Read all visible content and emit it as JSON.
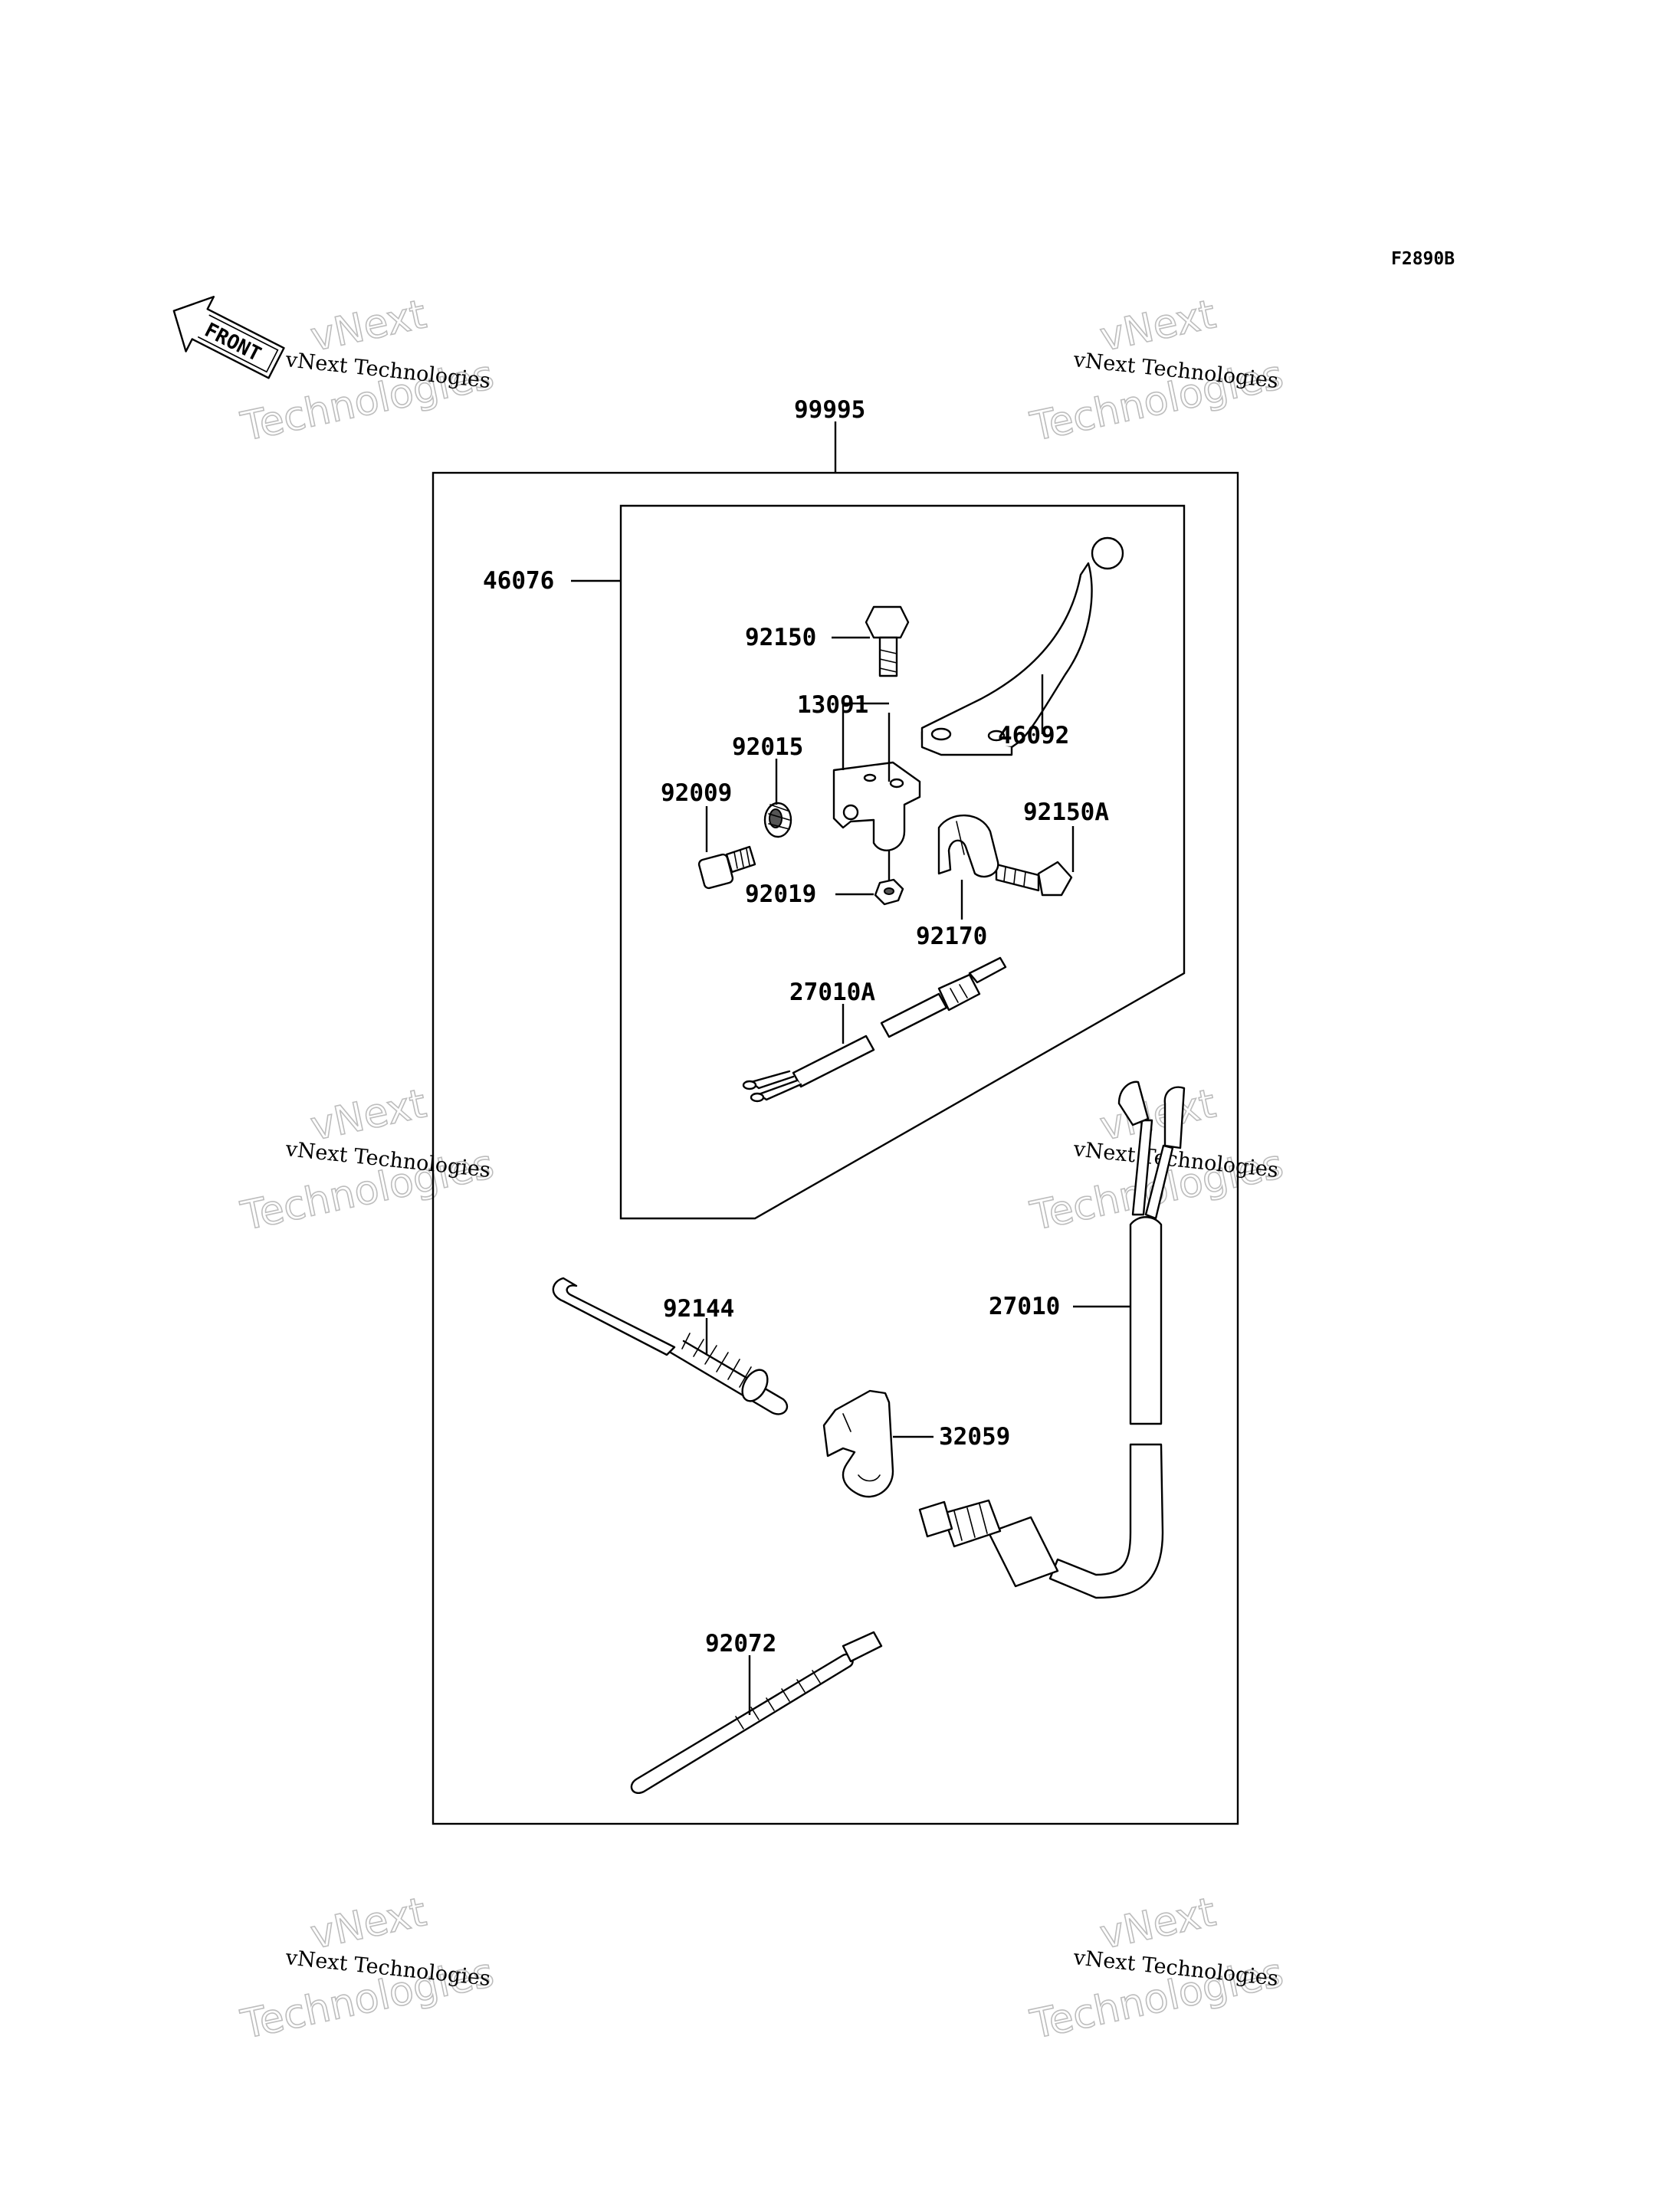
{
  "diagram": {
    "code": "F2890B",
    "front_label": "FRONT",
    "watermark": {
      "line": "vNext Technologies",
      "big_top": "vNext",
      "big_bottom": "Technologies"
    },
    "parts": {
      "p99995": "99995",
      "p46076": "46076",
      "p92150": "92150",
      "p13091": "13091",
      "p46092": "46092",
      "p92015": "92015",
      "p92009": "92009",
      "p92150A": "92150A",
      "p92019": "92019",
      "p92170": "92170",
      "p27010A": "27010A",
      "p92144": "92144",
      "p27010": "27010",
      "p32059": "32059",
      "p92072": "92072"
    }
  }
}
